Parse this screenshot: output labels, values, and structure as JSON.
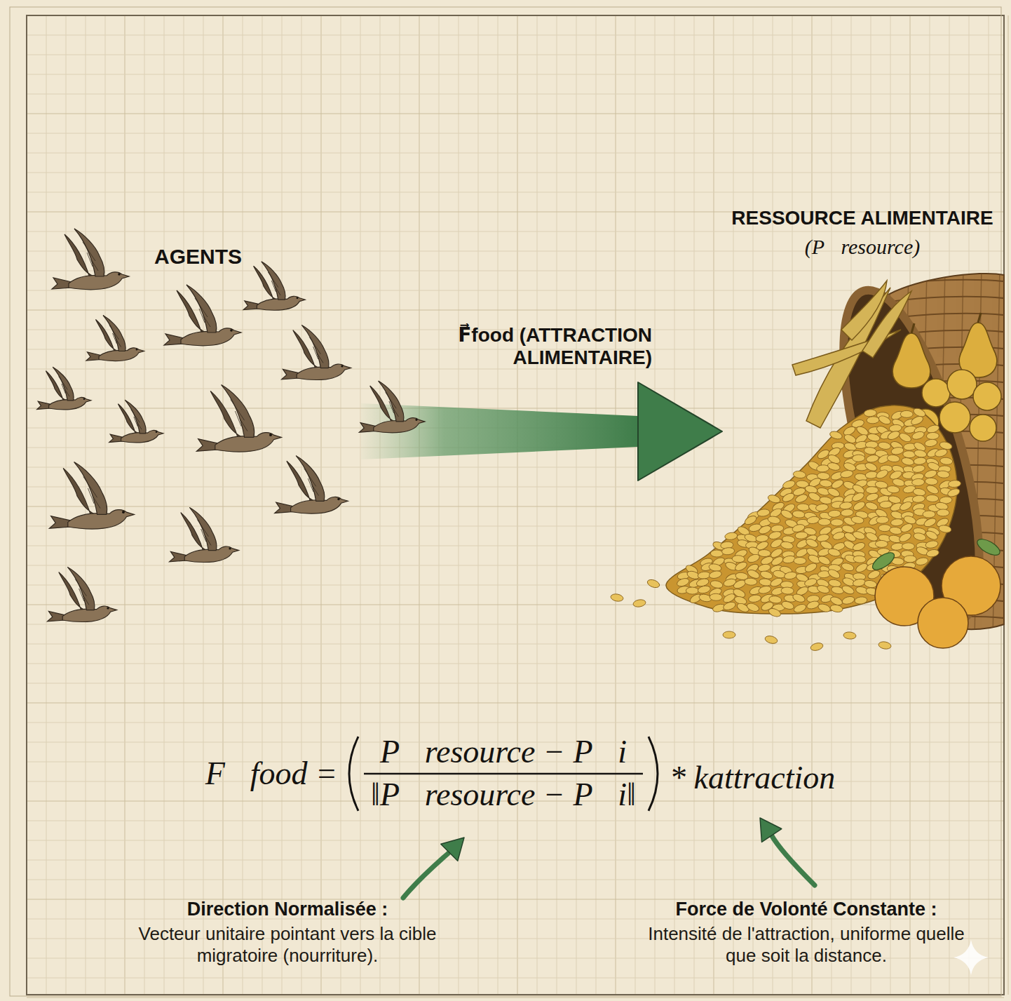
{
  "diagram": {
    "nodes": [
      {
        "text": [
          "AGENTS"
        ]
      },
      {
        "text": [
          "RESSOURCE ALIMENTAIRE",
          "(P⃗resource)"
        ]
      }
    ],
    "edges": [
      {
        "from": 0,
        "to": 1,
        "arrow": "to",
        "label": "F⃗food (ATTRACTION ALIMENTAIRE)"
      }
    ],
    "labels": [
      "F⃗food =",
      "P⃗resource − P⃗i",
      "‖P⃗resource − P⃗i‖",
      "* kattraction",
      "Direction Normalisée :",
      "Vecteur unitaire pointant vers la cible migratoire (nourriture).",
      "Force de Volonté Constante :",
      "Intensité de l'attraction, uniforme quelle que soit la distance."
    ]
  }
}
